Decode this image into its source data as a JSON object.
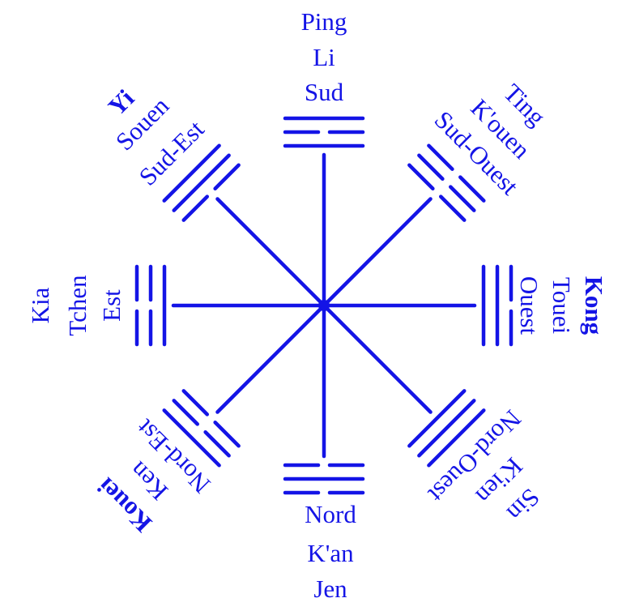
{
  "colors": {
    "ink": "#1414e6",
    "background": "#ffffff"
  },
  "directions": [
    {
      "key": "sud",
      "labels": [
        "Sud",
        "Li",
        "Ping"
      ],
      "trigram": [
        1,
        0,
        1
      ]
    },
    {
      "key": "sud-ouest",
      "labels": [
        "Sud-Ouest",
        "K'ouen",
        "Ting"
      ],
      "trigram": [
        0,
        0,
        0
      ]
    },
    {
      "key": "ouest",
      "labels": [
        "Ouest",
        "Touei",
        "Kong"
      ],
      "trigram": [
        0,
        1,
        1
      ]
    },
    {
      "key": "nord-ouest",
      "labels": [
        "Nord-Ouest",
        "K'ien",
        "Sin"
      ],
      "trigram": [
        1,
        1,
        1
      ]
    },
    {
      "key": "nord",
      "labels": [
        "Nord",
        "K'an",
        "Jen"
      ],
      "trigram": [
        0,
        1,
        0
      ]
    },
    {
      "key": "nord-est",
      "labels": [
        "Nord-Est",
        "Ken",
        "Kouei"
      ],
      "trigram": [
        1,
        0,
        0
      ]
    },
    {
      "key": "est",
      "labels": [
        "Est",
        "Tchen",
        "Kia"
      ],
      "trigram": [
        0,
        0,
        1
      ]
    },
    {
      "key": "sud-est",
      "labels": [
        "Sud-Est",
        "Souen",
        "Yi"
      ],
      "trigram": [
        1,
        1,
        0
      ]
    }
  ]
}
